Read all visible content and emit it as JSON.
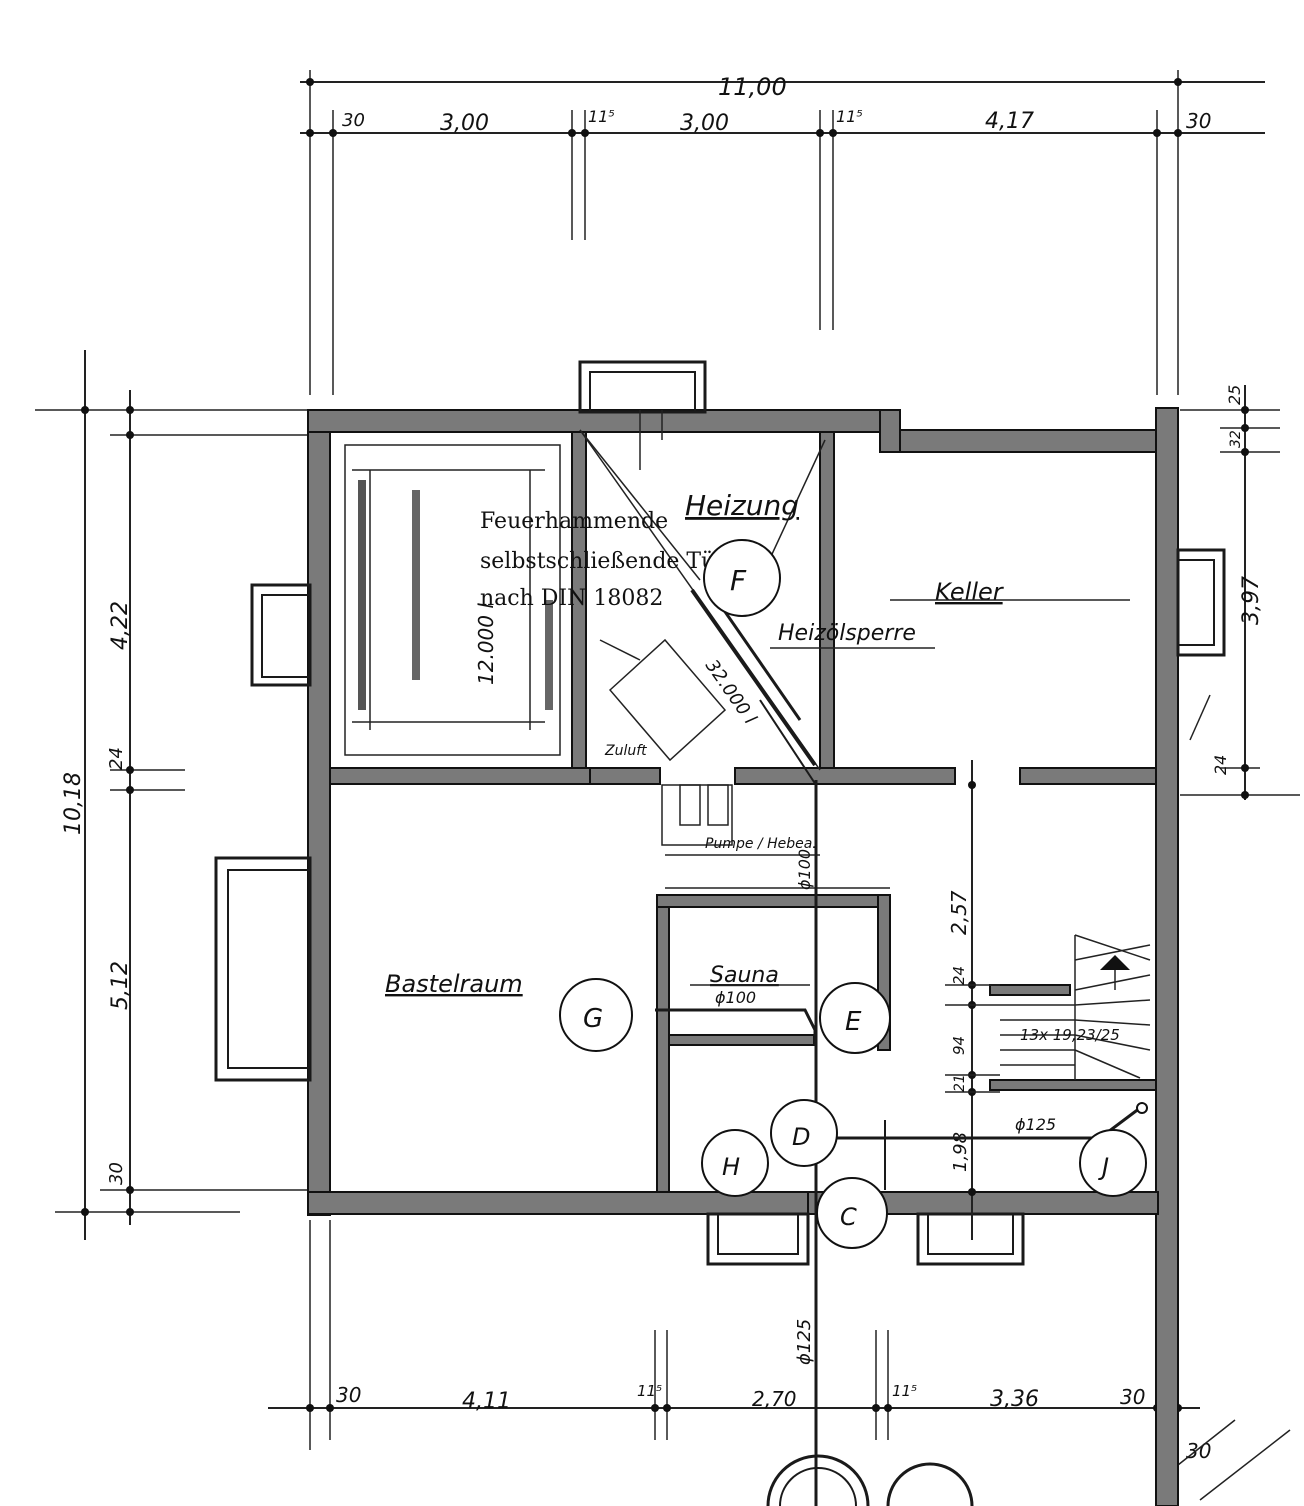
{
  "dimensions": {
    "top_total": "11,00",
    "top_segments": [
      "30",
      "3,00",
      "11⁵",
      "3,00",
      "11⁵",
      "4,17",
      "30"
    ],
    "bottom_segments": [
      "30",
      "4,11",
      "11⁵",
      "2,70",
      "11⁵",
      "3,36",
      "30"
    ],
    "bottom_extra": "30",
    "left_total": "10,18",
    "left_segments": [
      "4,22",
      "24",
      "5,12",
      "30"
    ],
    "right_segments": [
      "25",
      "32",
      "3,97",
      "24"
    ],
    "stair_segments": [
      "2,57",
      "24",
      "94",
      "21",
      "1,98"
    ],
    "stair_label": "13x 19,23/25"
  },
  "rooms": {
    "heizung": "Heizung",
    "keller": "Keller",
    "bastelraum": "Bastelraum",
    "sauna": "Sauna"
  },
  "door_note": {
    "line1": "Feuerhammende",
    "line2": "selbstschließende Tür",
    "line3": "nach DIN 18082"
  },
  "annotations": {
    "tank": "12.000 l",
    "tank2": "32.000 l",
    "oil_barrier": "Heizölsperre",
    "pipe_sauna": "ϕ100",
    "pipe_main": "ϕ125",
    "pipe_main2": "ϕ125",
    "pipe_vert": "ϕ100",
    "zuluft": "Zuluft",
    "pumpe": "Pumpe / Hebea."
  },
  "markers": [
    "F",
    "G",
    "E",
    "D",
    "H",
    "C",
    "J"
  ]
}
